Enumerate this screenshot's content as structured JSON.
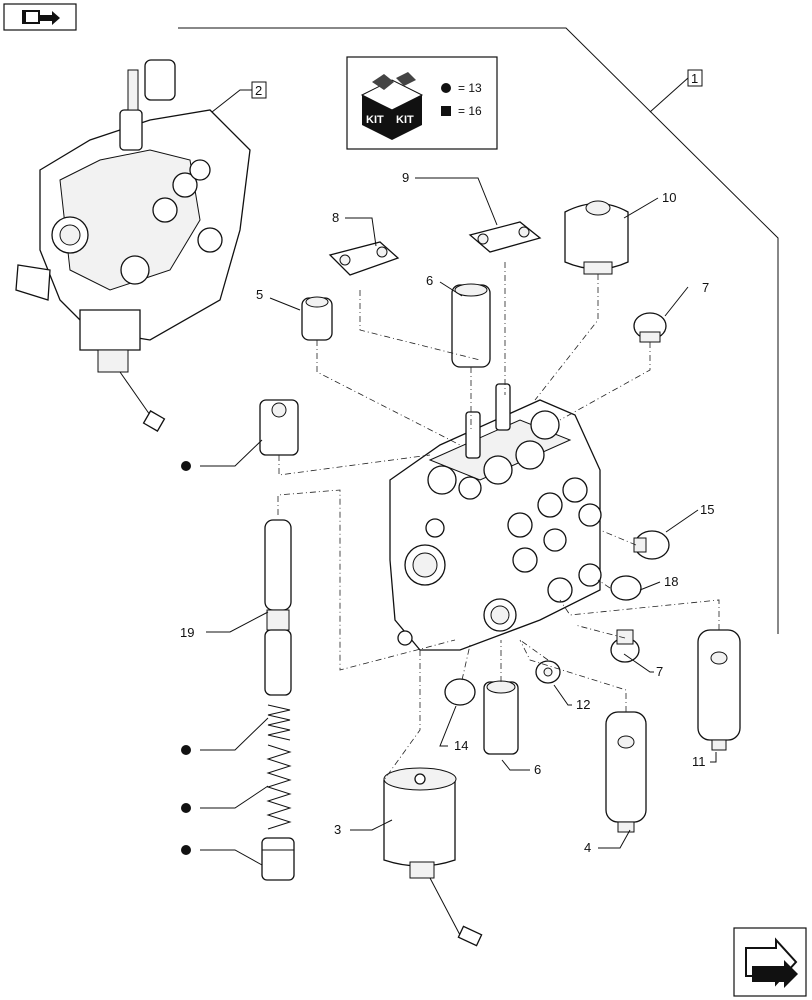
{
  "kit_legend": {
    "kit_label": "KIT",
    "circle_text": "= 13",
    "square_text": "= 16"
  },
  "callouts": {
    "c1": "1",
    "c2": "2",
    "c3": "3",
    "c4": "4",
    "c5": "5",
    "c6a": "6",
    "c6b": "6",
    "c7a": "7",
    "c7b": "7",
    "c8": "8",
    "c9": "9",
    "c10": "10",
    "c11": "11",
    "c12": "12",
    "c14": "14",
    "c15": "15",
    "c18": "18",
    "c19": "19"
  },
  "nav": {
    "top_icon": "book-arrow-icon",
    "bottom_icon": "next-page-arrow-icon"
  }
}
